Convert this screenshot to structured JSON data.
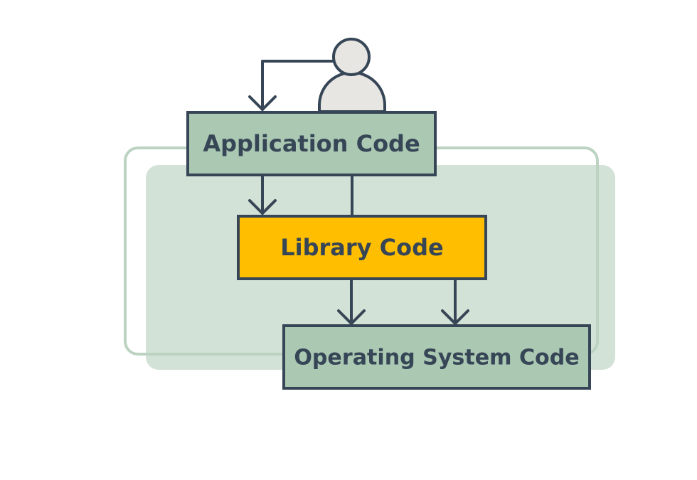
{
  "boxes": {
    "application": {
      "label": "Application Code"
    },
    "library": {
      "label": "Library Code"
    },
    "os": {
      "label": "Operating System Code"
    }
  },
  "colors": {
    "stroke": "#364656",
    "green_box": "#abc8b2",
    "library_box": "#ffbf00",
    "shaded_region": "#d3e2d6",
    "outline_region": "#bcd3c2",
    "person_fill": "#e8e6e2"
  }
}
